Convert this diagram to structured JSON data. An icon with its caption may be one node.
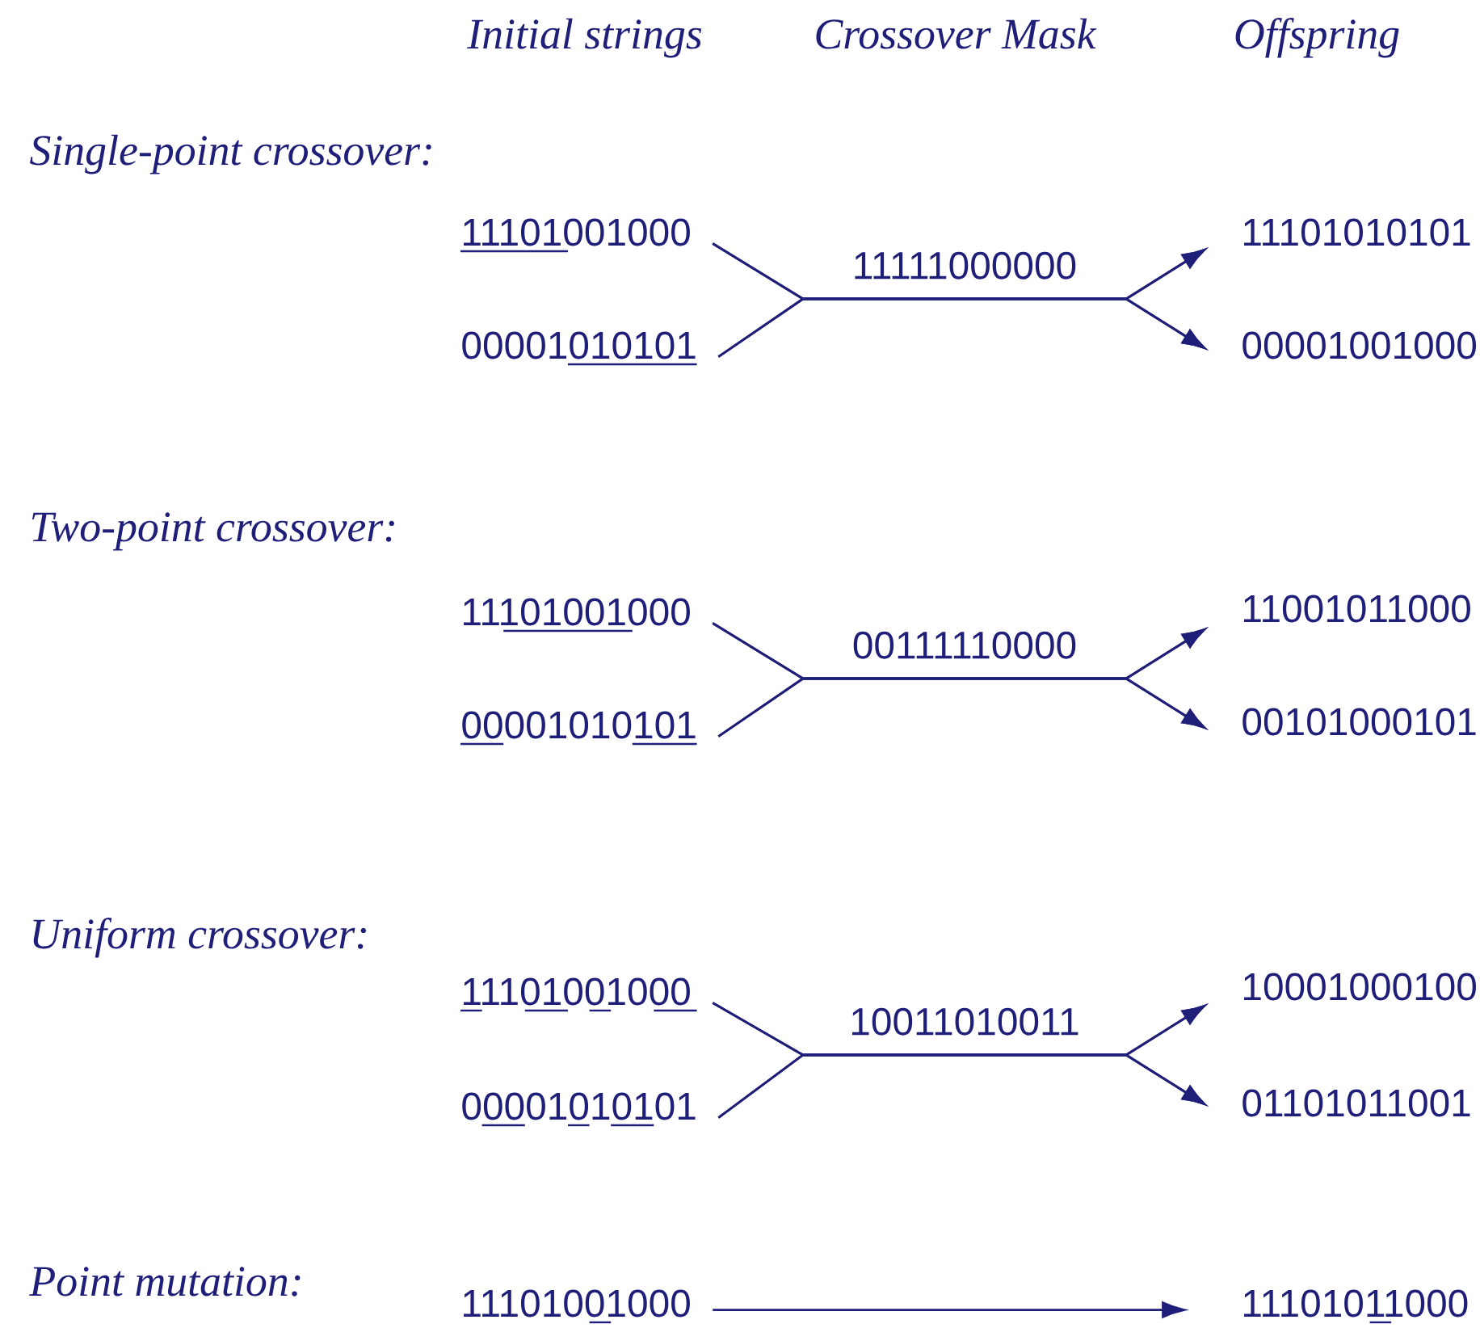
{
  "diagram": {
    "nodes": [
      {
        "text": [
          "11101001000"
        ]
      },
      {
        "text": [
          "00001010101"
        ]
      },
      {
        "text": [
          "11101010101"
        ]
      },
      {
        "text": [
          "00001001000"
        ]
      },
      {
        "text": [
          "11101001000"
        ]
      },
      {
        "text": [
          "00001010101"
        ]
      },
      {
        "text": [
          "11001011000"
        ]
      },
      {
        "text": [
          "00101000101"
        ]
      },
      {
        "text": [
          "11101001000"
        ]
      },
      {
        "text": [
          "00001010101"
        ]
      },
      {
        "text": [
          "10001000100"
        ]
      },
      {
        "text": [
          "01101011001"
        ]
      },
      {
        "text": [
          "11101001000"
        ]
      },
      {
        "text": [
          "11101011000"
        ]
      }
    ],
    "edges": [
      {
        "from": 0,
        "to": 2,
        "arrow": "to",
        "label": "11111000000"
      },
      {
        "from": 0,
        "to": 3,
        "arrow": "to"
      },
      {
        "from": 1,
        "to": 2,
        "arrow": "to"
      },
      {
        "from": 1,
        "to": 3,
        "arrow": "to"
      },
      {
        "from": 4,
        "to": 6,
        "arrow": "to",
        "label": "00111110000"
      },
      {
        "from": 4,
        "to": 7,
        "arrow": "to"
      },
      {
        "from": 5,
        "to": 6,
        "arrow": "to"
      },
      {
        "from": 5,
        "to": 7,
        "arrow": "to"
      },
      {
        "from": 8,
        "to": 10,
        "arrow": "to",
        "label": "10011010011"
      },
      {
        "from": 8,
        "to": 11,
        "arrow": "to"
      },
      {
        "from": 9,
        "to": 10,
        "arrow": "to"
      },
      {
        "from": 9,
        "to": 11,
        "arrow": "to"
      },
      {
        "from": 12,
        "to": 13,
        "arrow": "to"
      }
    ],
    "labels": [
      "Initial strings",
      "Crossover Mask",
      "Offspring",
      "Single-point crossover:",
      "Two-point crossover:",
      "Uniform crossover:",
      "Point mutation:"
    ]
  }
}
